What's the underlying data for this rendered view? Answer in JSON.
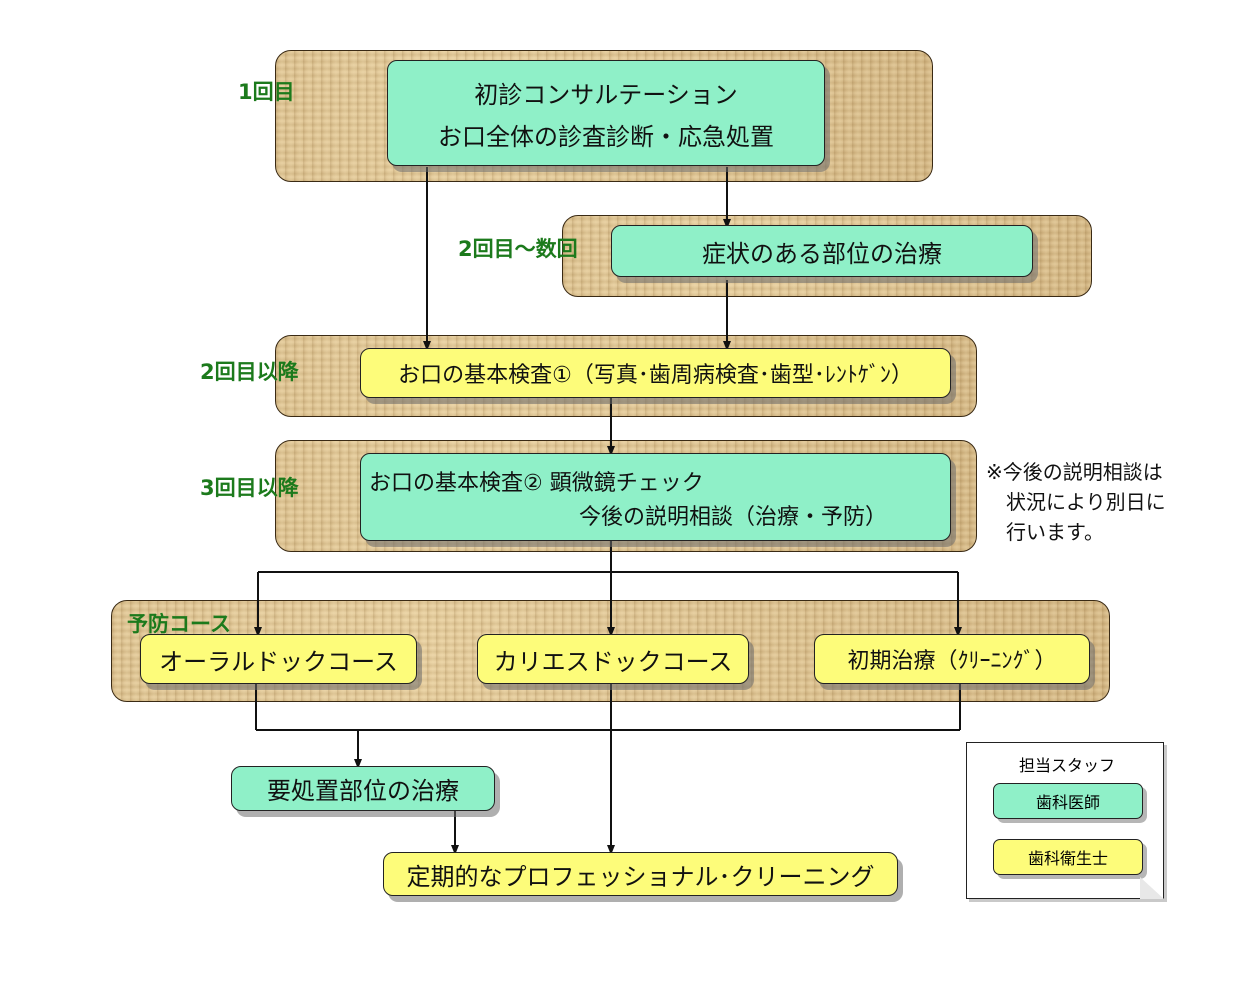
{
  "visit_labels": {
    "first": "1回目",
    "second_to_several": "2回目～数回",
    "second_onward": "2回目以降",
    "third_onward": "3回目以降",
    "prevention_course": "予防コース"
  },
  "boxes": {
    "initial_consultation": {
      "line1": "初診コンサルテーション",
      "line2": "お口全体の診査診断・応急処置"
    },
    "symptom_treatment": "症状のある部位の治療",
    "basic_exam_1": "お口の基本検査①（写真･歯周病検査･歯型･ﾚﾝﾄｹﾞﾝ）",
    "basic_exam_2": {
      "line1": "お口の基本検査②  顕微鏡チェック",
      "line2": "今後の説明相談（治療・予防）"
    },
    "oral_dock": "オーラルドックコース",
    "caries_dock": "カリエスドックコース",
    "initial_cleaning": "初期治療（ｸﾘｰﾆﾝｸﾞ）",
    "needed_treatment": "要処置部位の治療",
    "regular_cleaning": "定期的なプロフェッショナル･クリーニング"
  },
  "note": {
    "line1": "※今後の説明相談は",
    "line2": "状況により別日に",
    "line3": "行います。"
  },
  "legend": {
    "title": "担当スタッフ",
    "dentist": "歯科医師",
    "hygienist": "歯科衛生士"
  },
  "colors": {
    "dentist_box": "#8ff0c8",
    "hygienist_box": "#fdfc7a",
    "label_text": "#1c7a1c",
    "band": "#dcc08e"
  }
}
